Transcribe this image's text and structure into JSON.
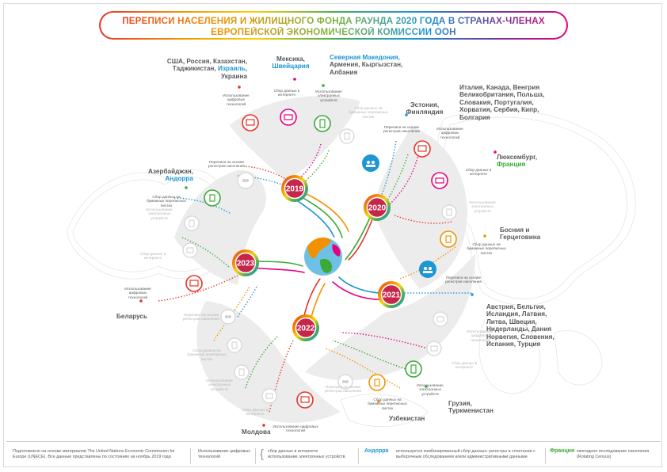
{
  "title": {
    "line1": "ПЕРЕПИСИ НАСЕЛЕНИЯ И ЖИЛИЩНОГО ФОНДА РАУНДА 2020 ГОДА В СТРАНАХ-ЧЛЕНАХ",
    "line2": "ЕВРОПЕЙСКОЙ ЭКОНОМИЧЕСКОЙ КОМИССИИ ООН"
  },
  "years": [
    "2019",
    "2020",
    "2021",
    "2022",
    "2023"
  ],
  "method_labels": {
    "digital": "Использование цифровых технологий",
    "internet": "Сбор данных в интернете",
    "devices": "Использование электронных устройств",
    "paper": "Сбор данных на бумажных переписных листах",
    "register": "Переписи на основе регистров населения"
  },
  "countries": {
    "g2020_digital": "США, Россия, Казахстан, Таджикистан,",
    "g2020_digital_b": "Израиль",
    "g2020_digital_c": ", Украина",
    "g2020_internet_a": "Мексика,",
    "g2020_internet_b": "Швейцария",
    "g2020_devices_a": "Северная Македония,",
    "g2020_devices_b": "Армения, Кыргызстан,",
    "g2020_devices_c": "Албания",
    "g2020_register": "Эстония, Финляндия",
    "g2021_digital": "Италия, Канада, Венгрия Великобритания, Польша, Словакия, Португалия, Хорватия, Сербия, Кипр, Болгария",
    "g2021_internet_a": "Люксембург,",
    "g2021_internet_b": "Франция",
    "g2021_paper": "Босния и Герцеговина",
    "g2021_register": "Австрия, Бельгия, Исландия, Латвия, Литва, Швеция, Нидерланды, Дания Норвегия, Словения, Испания, Турция",
    "g2022_devices": "Грузия, Туркменистан",
    "g2022_paper": "Узбекистан",
    "g2023_digital": "Беларусь",
    "g2019_register_a": "Азербайджан,",
    "g2019_register_b": "Андорра",
    "g2022_digital": "Молдова"
  },
  "footer": {
    "source": "Подготовлено на основе материалов  The United Nations Economic Commission for Europe (UNECE). Все данные представлены по состоянию на ноябрь 2019 года",
    "legend_digital": "Использование цифровых технологий",
    "legend_brace_1": "сбор данных в интернете",
    "legend_brace_2": "использование электронных устройств",
    "legend_blue_name": "Андорра",
    "legend_blue_text": "используется комбинированный сбор данных: регистры в сочетании с выборочным обследованием и/или административными данными",
    "legend_green_name": "Франция",
    "legend_green_text": "ежегодное исследование населения (Rotating  Census)"
  },
  "colors": {
    "paper": "#f29100",
    "digital": "#e63329",
    "internet": "#e6007e",
    "devices": "#3aa935",
    "register": "#1d96d3",
    "band": "#ececec",
    "accent_blue": "#1d96d3",
    "accent_green": "#3aa935"
  }
}
